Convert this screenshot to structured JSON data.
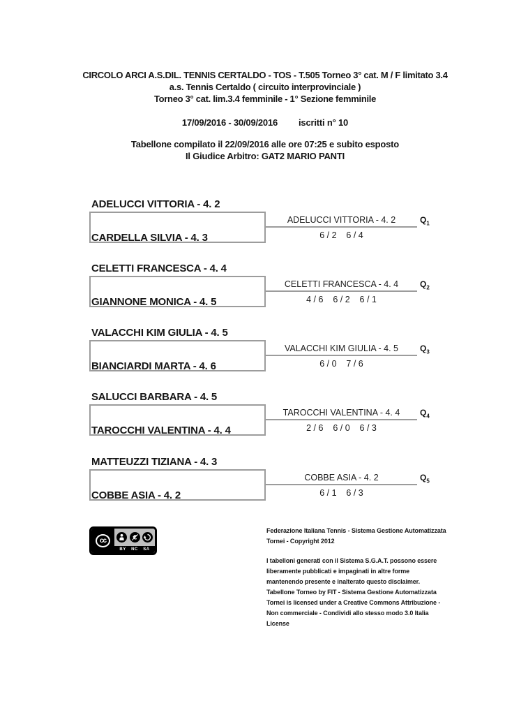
{
  "header": {
    "line1": "CIRCOLO ARCI A.S.DIL. TENNIS CERTALDO - TOS - T.505 Torneo 3° cat. M / F limitato 3.4",
    "line2": "a.s. Tennis Certaldo ( circuito interprovinciale )",
    "line3": "Torneo 3° cat. lim.3.4 femminile - 1° Sezione femminile"
  },
  "meta": {
    "dates": "17/09/2016 - 30/09/2016",
    "entries": "iscritti n° 10",
    "compiled": "Tabellone compilato il 22/09/2016 alle ore 07:25 e subito esposto",
    "judge": "Il Giudice Arbitro: GAT2 MARIO PANTI"
  },
  "bracket": {
    "matches": [
      {
        "player1": "ADELUCCI VITTORIA - 4. 2",
        "player2": "CARDELLA SILVIA - 4. 3",
        "winner": "ADELUCCI VITTORIA - 4. 2",
        "score": "6 / 2    6 / 4",
        "label": "Q",
        "label_sub": "1"
      },
      {
        "player1": "CELETTI FRANCESCA - 4. 4",
        "player2": "GIANNONE MONICA - 4. 5",
        "winner": "CELETTI FRANCESCA - 4. 4",
        "score": "4 / 6    6 / 2    6 / 1",
        "label": "Q",
        "label_sub": "2"
      },
      {
        "player1": "VALACCHI KIM GIULIA - 4. 5",
        "player2": "BIANCIARDI MARTA - 4. 6",
        "winner": "VALACCHI KIM GIULIA - 4. 5",
        "score": "6 / 0    7 / 6",
        "label": "Q",
        "label_sub": "3"
      },
      {
        "player1": "SALUCCI BARBARA - 4. 5",
        "player2": "TAROCCHI VALENTINA - 4. 4",
        "winner": "TAROCCHI VALENTINA - 4. 4",
        "score": "2 / 6    6 / 0    6 / 3",
        "label": "Q",
        "label_sub": "4"
      },
      {
        "player1": "MATTEUZZI TIZIANA - 4. 3",
        "player2": "COBBE ASIA - 4. 2",
        "winner": "COBBE ASIA - 4. 2",
        "score": "6 / 1    6 / 3",
        "label": "Q",
        "label_sub": "5"
      }
    ]
  },
  "footer": {
    "badge": {
      "cc": "cc",
      "labels": [
        "BY",
        "NC",
        "SA"
      ]
    },
    "credit": "Federazione Italiana Tennis - Sistema Gestione Automatizzata Tornei - Copyright 2012",
    "disclaimer": "I tabelloni generati con il Sistema S.G.A.T. possono essere liberamente pubblicati e impaginati in altre forme mantenendo presente e inalterato questo disclaimer. Tabellone Torneo by FIT - Sistema Gestione Automatizzata Tornei is licensed under a Creative Commons Attribuzione - Non commerciale - Condividi allo stesso modo 3.0 Italia License"
  },
  "colors": {
    "bracket_line_gray": "#9c9c9c",
    "badge_silver": "#bfbfbf",
    "text": "#161616"
  }
}
